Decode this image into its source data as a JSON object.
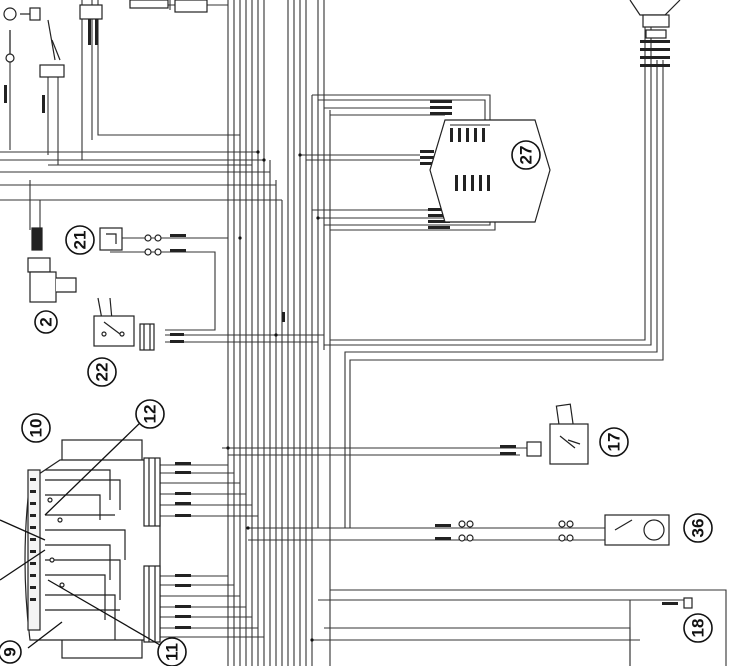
{
  "diagram": {
    "type": "wiring-diagram",
    "callouts": [
      {
        "id": "c2",
        "label": "2"
      },
      {
        "id": "c9",
        "label": "9"
      },
      {
        "id": "c10",
        "label": "10"
      },
      {
        "id": "c11",
        "label": "11"
      },
      {
        "id": "c12",
        "label": "12"
      },
      {
        "id": "c17",
        "label": "17"
      },
      {
        "id": "c18",
        "label": "18"
      },
      {
        "id": "c21",
        "label": "21"
      },
      {
        "id": "c22",
        "label": "22"
      },
      {
        "id": "c27",
        "label": "27"
      },
      {
        "id": "c36",
        "label": "36"
      }
    ]
  }
}
